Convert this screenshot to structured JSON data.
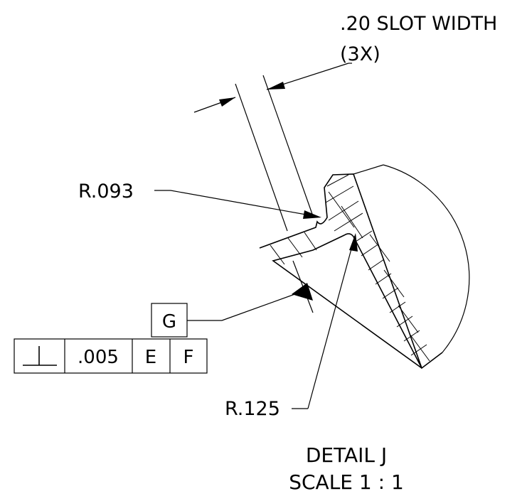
{
  "dimensions": {
    "slot_width_label": ".20 SLOT WIDTH",
    "slot_width_count": "(3X)",
    "radius_top": "R.093",
    "radius_bottom": "R.125"
  },
  "datum": {
    "letter": "G"
  },
  "feature_control_frame": {
    "symbol": "perpendicularity",
    "tolerance": ".005",
    "datum_primary": "E",
    "datum_secondary": "F"
  },
  "detail": {
    "title": "DETAIL J",
    "scale": "SCALE 1 : 1"
  },
  "colors": {
    "line": "#000000",
    "background": "#ffffff"
  }
}
